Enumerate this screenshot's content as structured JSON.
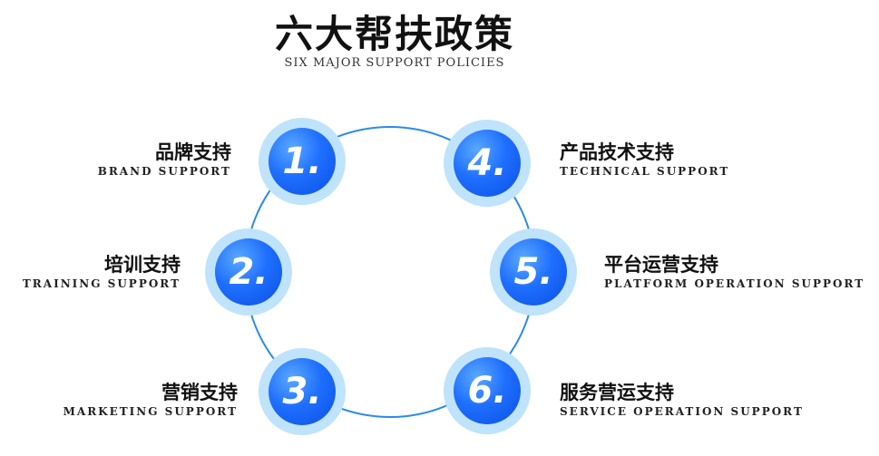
{
  "header": {
    "title": "六大帮扶政策",
    "subtitle": "SIX MAJOR SUPPORT POLICIES"
  },
  "policies": [
    {
      "number": "1.",
      "zh": "品牌支持",
      "en": "BRAND SUPPORT"
    },
    {
      "number": "2.",
      "zh": "培训支持",
      "en": "TRAINING SUPPORT"
    },
    {
      "number": "3.",
      "zh": "营销支持",
      "en": "MARKETING SUPPORT"
    },
    {
      "number": "4.",
      "zh": "产品技术支持",
      "en": "TECHNICAL SUPPORT"
    },
    {
      "number": "5.",
      "zh": "平台运营支持",
      "en": "PLATFORM OPERATION SUPPORT"
    },
    {
      "number": "6.",
      "zh": "服务营运支持",
      "en": "SERVICE OPERATION SUPPORT"
    }
  ],
  "colors": {
    "ring": "#2a8be8",
    "badge_outer": "#bfe3fb",
    "badge_inner": "#1f6fff"
  }
}
